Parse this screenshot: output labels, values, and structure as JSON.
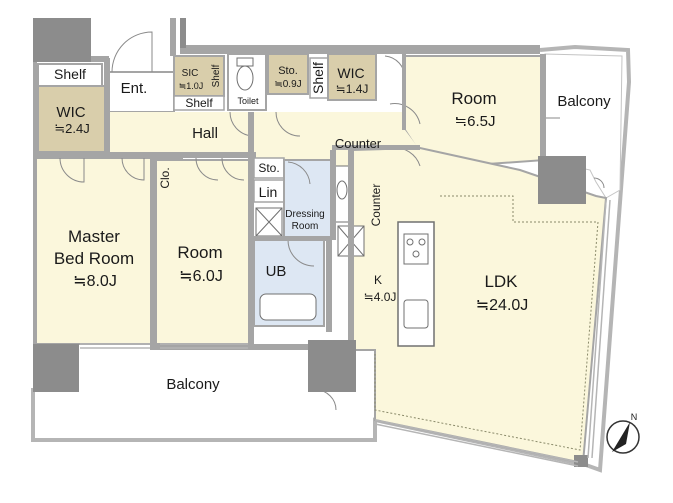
{
  "rooms": {
    "shelf_top": "Shelf",
    "ent": "Ent.",
    "sic": "SIC",
    "sic_size": "≒1.0J",
    "shelf_sic": "Shelf",
    "shelf_below_sic": "Shelf",
    "toilet": "Toilet",
    "sto_top": "Sto.",
    "sto_top_size": "≒0.9J",
    "shelf_wic": "Shelf",
    "wic_right": "WIC",
    "wic_right_size": "≒1.4J",
    "room_right": "Room",
    "room_right_size": "≒6.5J",
    "balcony_right": "Balcony",
    "wic_left": "WIC",
    "wic_left_size": "≒2.4J",
    "hall": "Hall",
    "counter_top": "Counter",
    "clo": "Clo.",
    "sto_mid": "Sto.",
    "lin": "Lin",
    "dressing_1": "Dressing",
    "dressing_2": "Room",
    "counter_vertical": "Counter",
    "master_1": "Master",
    "master_2": "Bed Room",
    "master_size": "≒8.0J",
    "room_mid": "Room",
    "room_mid_size": "≒6.0J",
    "ub": "UB",
    "k": "K",
    "k_size": "≒4.0J",
    "ldk": "LDK",
    "ldk_size": "≒24.0J",
    "balcony_bottom": "Balcony",
    "north": "N"
  },
  "colors": {
    "wall": "#a5a5a5",
    "pillar": "#8c8c8c",
    "room_floor": "#fbf7dc",
    "storage_floor": "#d9ceab",
    "wet_floor": "#dde7f3",
    "toilet_floor": "#ffffff"
  }
}
